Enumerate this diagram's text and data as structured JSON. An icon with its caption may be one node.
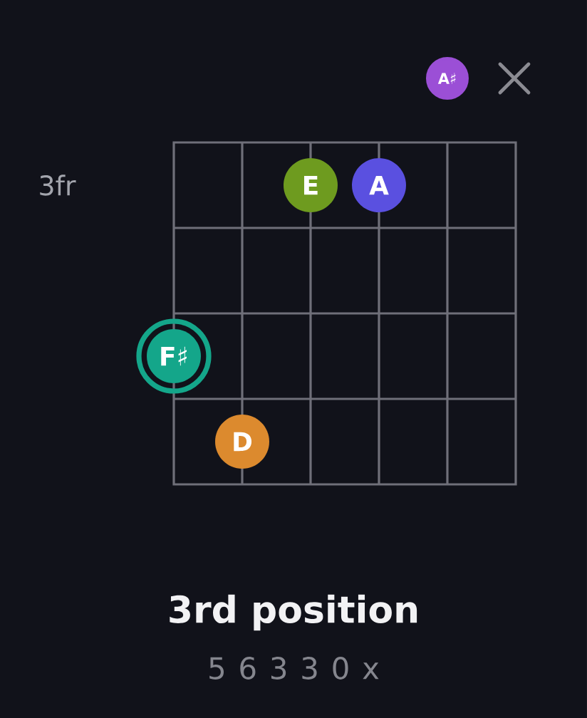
{
  "diagram": {
    "title": "3rd position",
    "nodes": [
      {
        "text": [
          "A♯"
        ]
      },
      {
        "text": [
          "E"
        ]
      },
      {
        "text": [
          "A"
        ]
      },
      {
        "text": [
          "F♯"
        ]
      },
      {
        "text": [
          "D"
        ]
      }
    ],
    "labels": [
      "3fr",
      "5 6 3 3 0 x"
    ]
  }
}
